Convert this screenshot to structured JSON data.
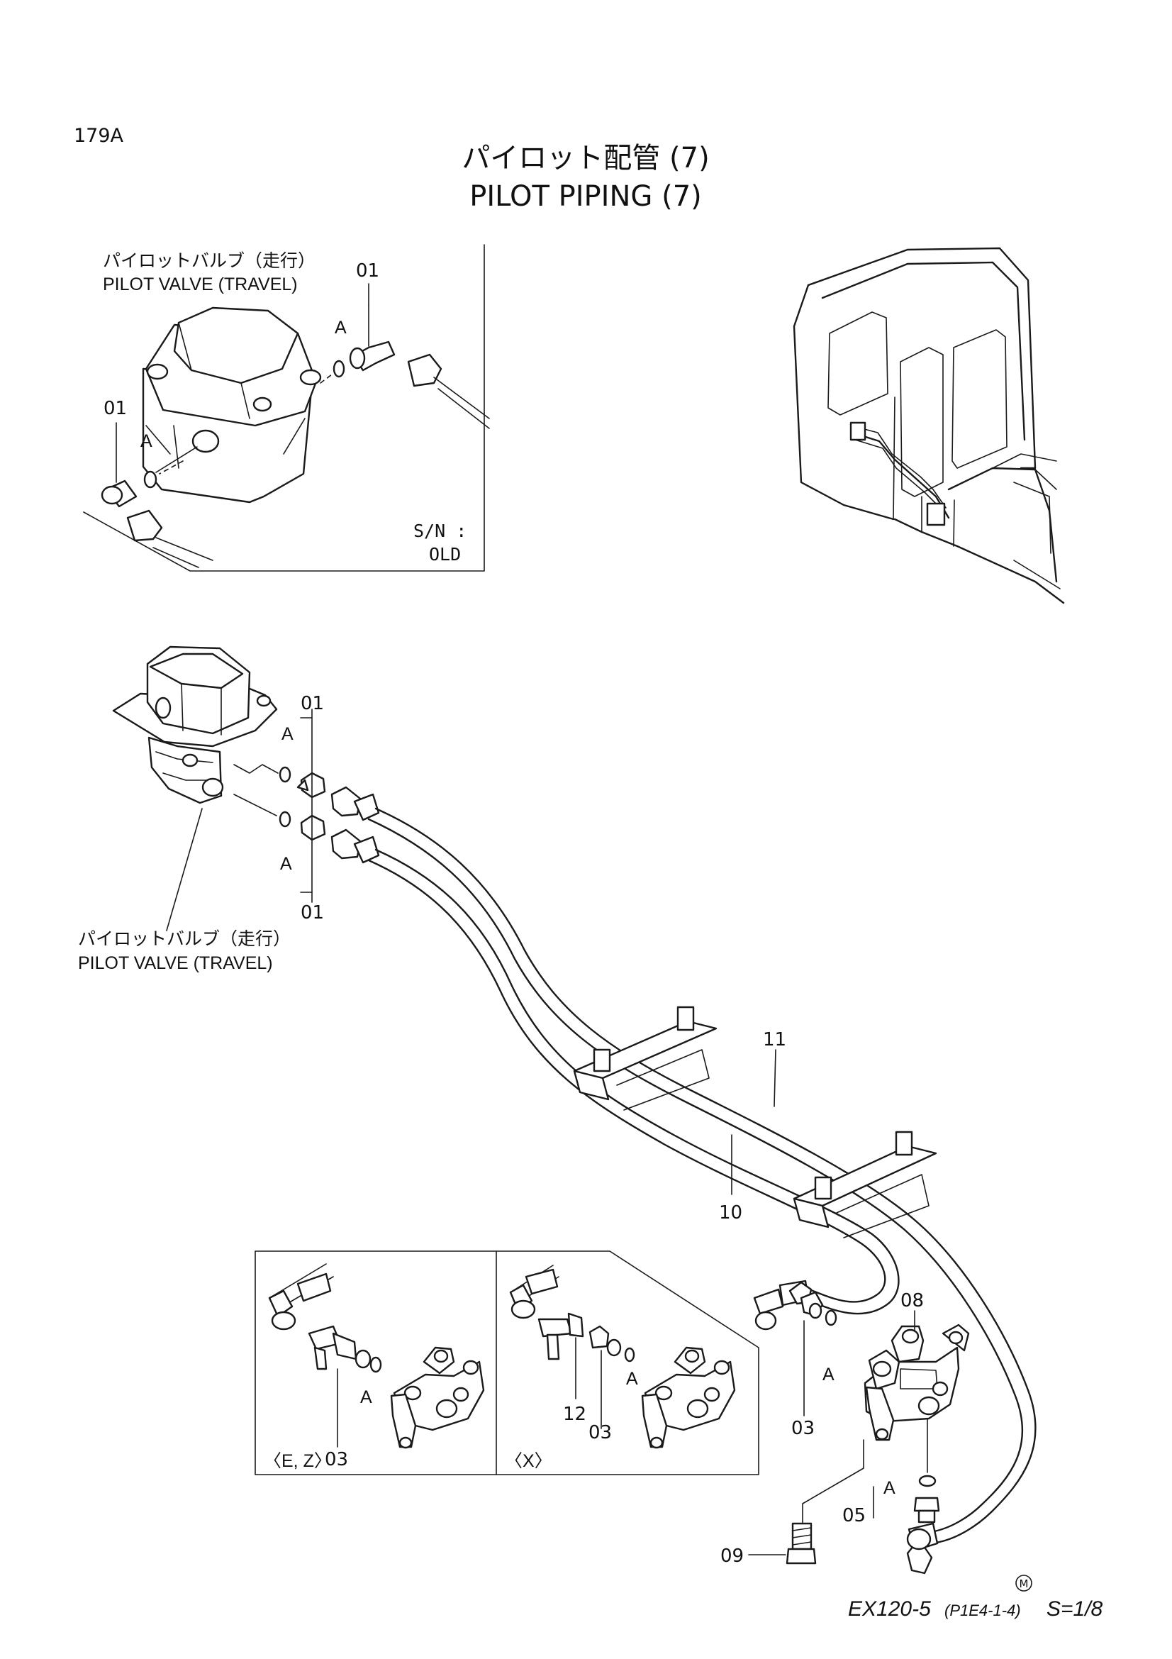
{
  "page": {
    "code": "179A",
    "title_jp": "パイロット配管 (7)",
    "title_en": "PILOT PIPING (7)"
  },
  "inset_old": {
    "label_jp": "パイロットバルブ（走行）",
    "label_en": "PILOT VALVE (TRAVEL)",
    "callout_top": "01",
    "callout_left": "01",
    "mark_top": "A",
    "mark_left": "A",
    "sn_label": "S/N :",
    "sn_value": "OLD"
  },
  "main": {
    "valve_label_jp": "パイロットバルブ（走行）",
    "valve_label_en": "PILOT VALVE (TRAVEL)",
    "callout_upper": "01",
    "callout_lower": "01",
    "mark_upper": "A",
    "mark_lower": "A",
    "hose_11": "11",
    "hose_10": "10",
    "block_08": "08",
    "fitting_03": "03",
    "mark_03": "A",
    "bolt_09": "09",
    "plug_05": "05",
    "mark_05": "A"
  },
  "variant_ez": {
    "label": "〈E, Z〉",
    "fitting_03": "03",
    "mark": "A"
  },
  "variant_x": {
    "label": "〈X〉",
    "fitting_12": "12",
    "fitting_03": "03",
    "mark": "A"
  },
  "footer": {
    "mark": "M",
    "model": "EX120-5",
    "ref": "(P1E4-1-4)",
    "scale": "S=1/8"
  }
}
